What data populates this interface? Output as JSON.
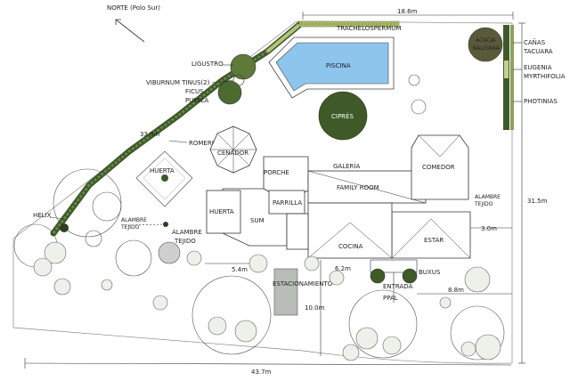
{
  "north_label": "NORTE (Polo Sur)",
  "labels": {
    "tracheolospermum": "TRACHELOSPERMUM",
    "piscina": "PISCINA",
    "acacia": "ACACIA BALEIANA",
    "canas": "CAÑAS TACUARA",
    "eugenia": "EUGENIA MYRTHIFOLIA",
    "photinias": "PHOTINIAS",
    "ligustro": "LIGUSTRO",
    "viburnum": "VIBURNUM TINUS(2)",
    "ficus": "FICUS PUMILA",
    "cipres": "CIPRÉS",
    "romeros": "ROMEROS",
    "cenador": "CENADOR",
    "huerta_top": "HUERTA",
    "porche": "PORCHE",
    "galeria": "GALERÍA",
    "comedor": "COMEDOR",
    "family_room": "FAMILY ROOM",
    "alambre_tejido_r": "ALAMBRE TEJIDO",
    "huerta_mid": "HUERTA",
    "parrilla": "PARRILLA",
    "sum": "SUM",
    "helix": "HELIX",
    "alambre_tejido_1": "ALAMBRE TEJIDO",
    "alambre_tejido_2": "ALAMBRE TEJIDO",
    "cocina": "COCINA",
    "estar": "ESTAR",
    "buxus": "BUXUS",
    "estacionamiento": "ESTACIONAMIENTO",
    "entrada": "ENTRADA PPAL"
  },
  "dimensions": {
    "top": "18.6m",
    "diagonal": "33.8m",
    "right": "31.5m",
    "right_gap": "3.0m",
    "left_gap": "5.4m",
    "mid_gap": "6.2m",
    "entry_gap": "8.8m",
    "parking_depth": "10.0m",
    "bottom": "43.7m"
  },
  "colors": {
    "hedge": "#3e5a2c",
    "hedge_light": "#8aa25a",
    "pool_water": "#8ec5ec",
    "tree_dark": "#3f5a28",
    "tree_mid": "#5e7a3a",
    "parking": "#b8bdb8"
  }
}
